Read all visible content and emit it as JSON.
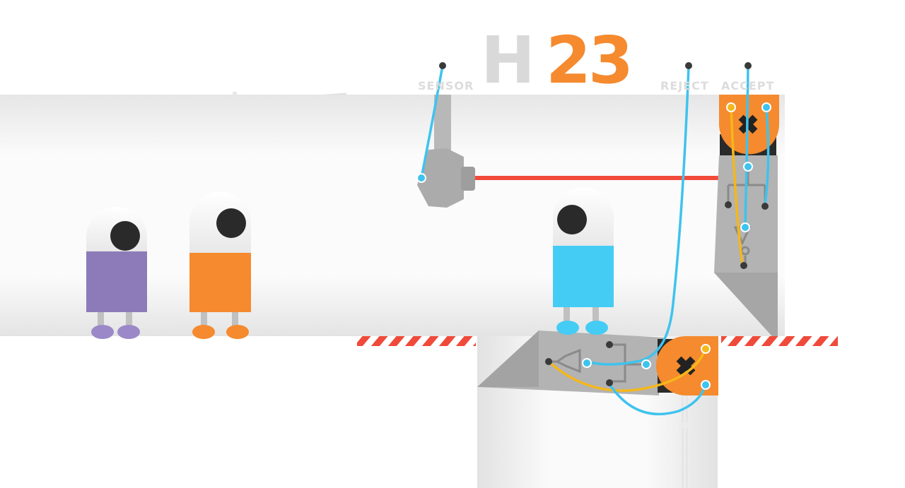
{
  "level": {
    "letter": "H",
    "number": "23"
  },
  "labels": {
    "sensor": "SENSOR",
    "reject": "REJECT",
    "accept": "ACCEPT"
  },
  "colors": {
    "orange": "#f58a2e",
    "blue": "#44ccf4",
    "purple": "#8c7bb8",
    "laser": "#f24b3a",
    "wire_blue": "#3ec3ee",
    "wire_yellow": "#f5b71a",
    "machine_gray": "#b3b3b3",
    "hazard_red": "#f04a3a"
  },
  "robots": [
    {
      "id": "purple",
      "color": "#8c7bb8",
      "foot_color": "#9a88c8"
    },
    {
      "id": "orange",
      "color": "#f58a2e",
      "foot_color": "#f58a2e"
    },
    {
      "id": "blue",
      "color": "#44ccf4",
      "foot_color": "#44ccf4"
    }
  ],
  "gates": [
    {
      "id": "upper-gate",
      "symbol": "x-icon"
    },
    {
      "id": "lower-gate",
      "symbol": "x-icon"
    }
  ]
}
